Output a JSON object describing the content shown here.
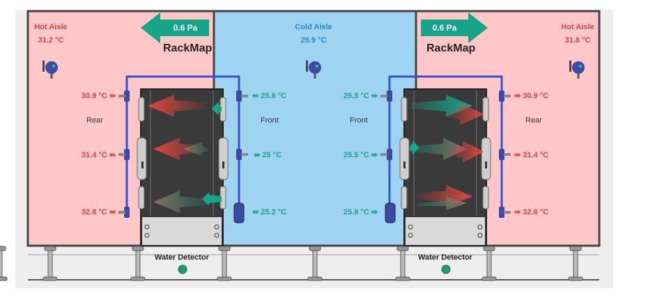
{
  "left_hot_aisle": {
    "title": "Hot Aisle",
    "temperature": "31.2 °C",
    "rack_label": "RackMap",
    "pressure": "0.6 Pa"
  },
  "right_hot_aisle": {
    "title": "Hot Aisle",
    "temperature": "31.8 °C",
    "rack_label": "RackMap",
    "pressure": "0.6 Pa"
  },
  "cold_aisle": {
    "title": "Cold Aisle",
    "temperature": "25.9 °C"
  },
  "left_rack": {
    "rear_label": "Rear",
    "front_label": "Front",
    "rear_temps": [
      "30.9 °C",
      "31.4 °C",
      "32.8 °C"
    ],
    "front_temps": [
      "25.8 °C",
      "25 °C",
      "25.2 °C"
    ],
    "water_detector": "Water Detector"
  },
  "right_rack": {
    "rear_label": "Rear",
    "front_label": "Front",
    "rear_temps": [
      "30.9 °C",
      "31.4 °C",
      "32.8 °C"
    ],
    "front_temps": [
      "25.5 °C",
      "25.5 °C",
      "25.8 °C"
    ],
    "water_detector": "Water Detector"
  },
  "colors": {
    "hot": "#ffc7c7",
    "cold": "#9fd3f2",
    "arrow_green": "#16a589",
    "hot_text": "#e0453e",
    "cold_text": "#1f87d6",
    "detector": "#1a9e72"
  }
}
